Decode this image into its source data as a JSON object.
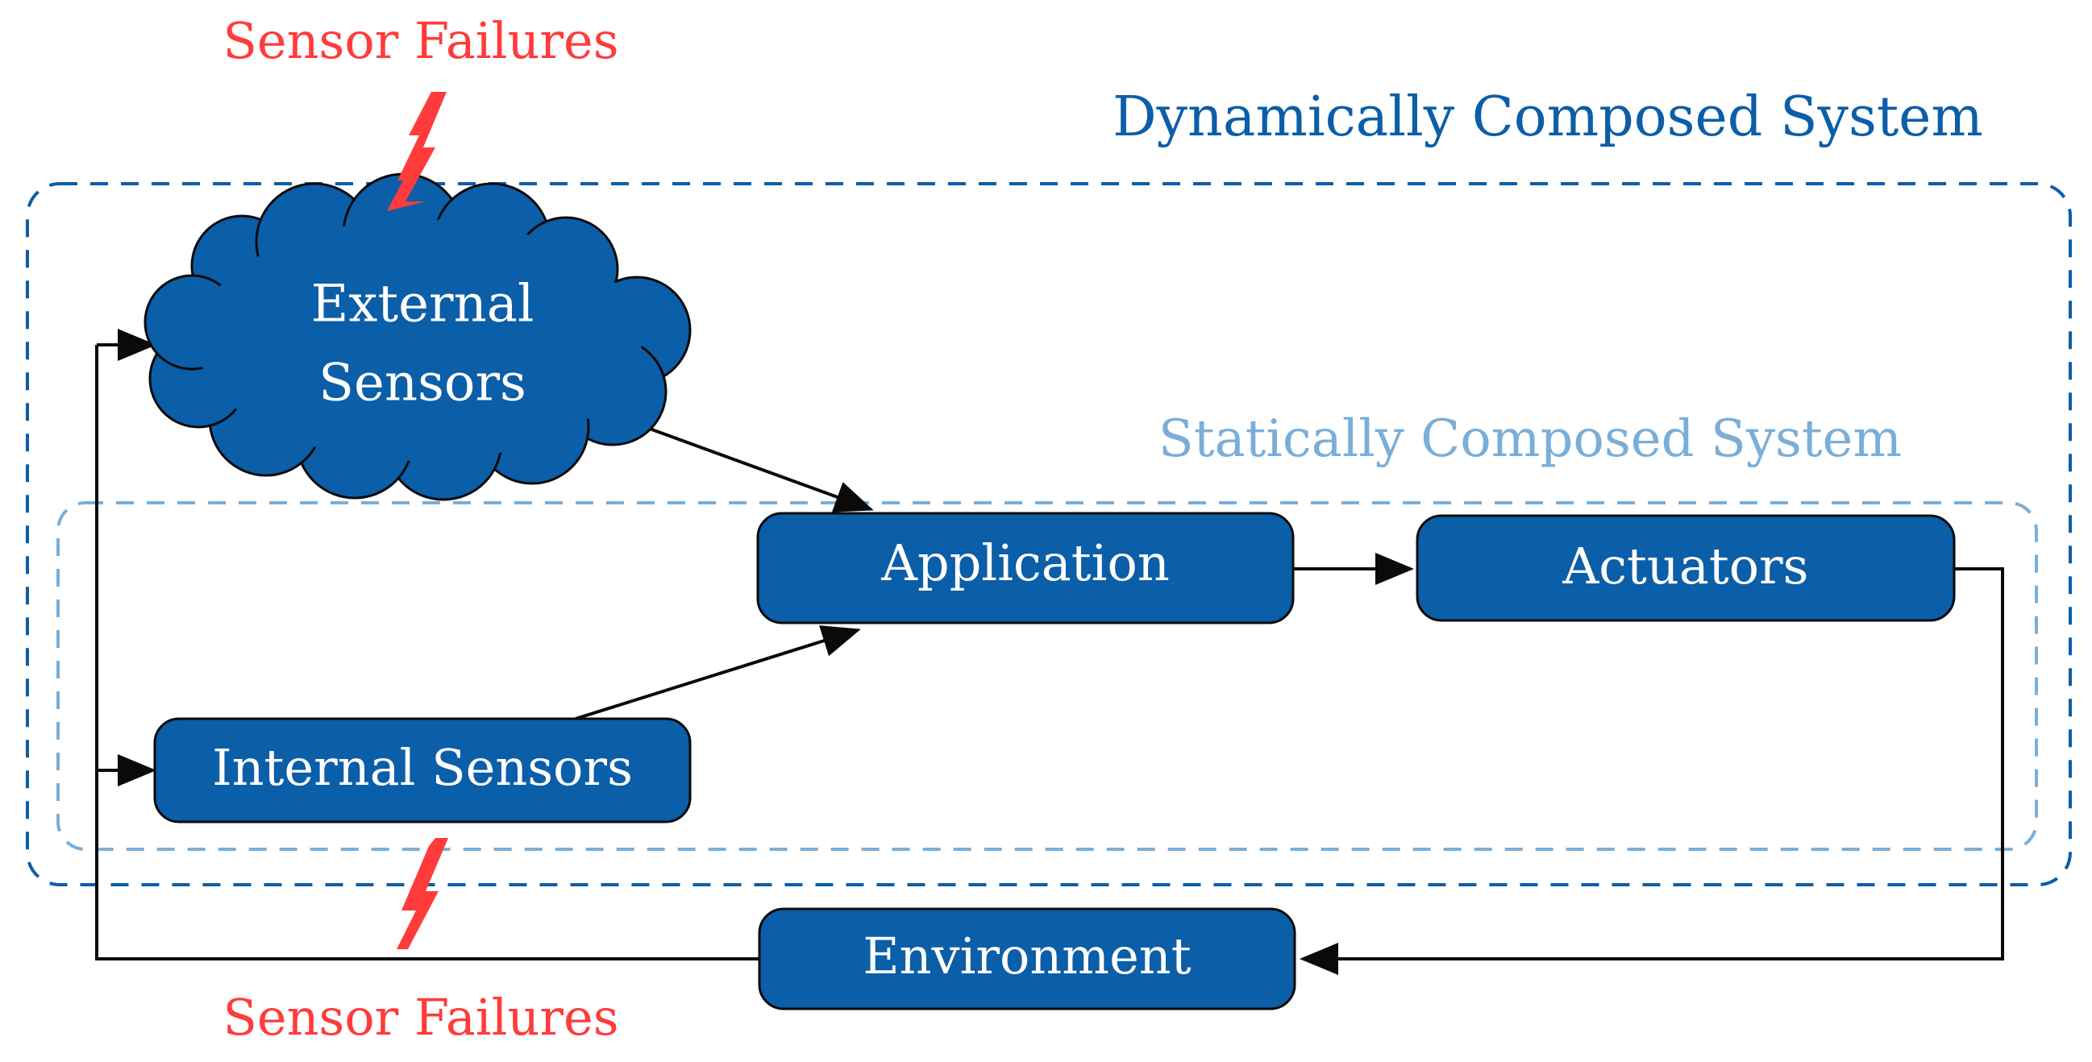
{
  "diagram": {
    "dynamic_title": "Dynamically Composed System",
    "static_title": "Statically Composed System",
    "nodes": {
      "external_sensors": {
        "line1": "External",
        "line2": "Sensors"
      },
      "application": "Application",
      "actuators": "Actuators",
      "internal_sensors": "Internal Sensors",
      "environment": "Environment"
    },
    "failures": {
      "top": "Sensor Failures",
      "bottom": "Sensor Failures"
    }
  },
  "colors": {
    "node_fill": "#0b5ea8",
    "dynamic_border": "#0b5ea8",
    "static_border": "#7aaed8",
    "failure": "#ff3b3b",
    "edge": "#0a0a0a"
  },
  "icons": [
    "lightning-bolt-icon",
    "cloud-icon",
    "arrowhead-icon"
  ]
}
